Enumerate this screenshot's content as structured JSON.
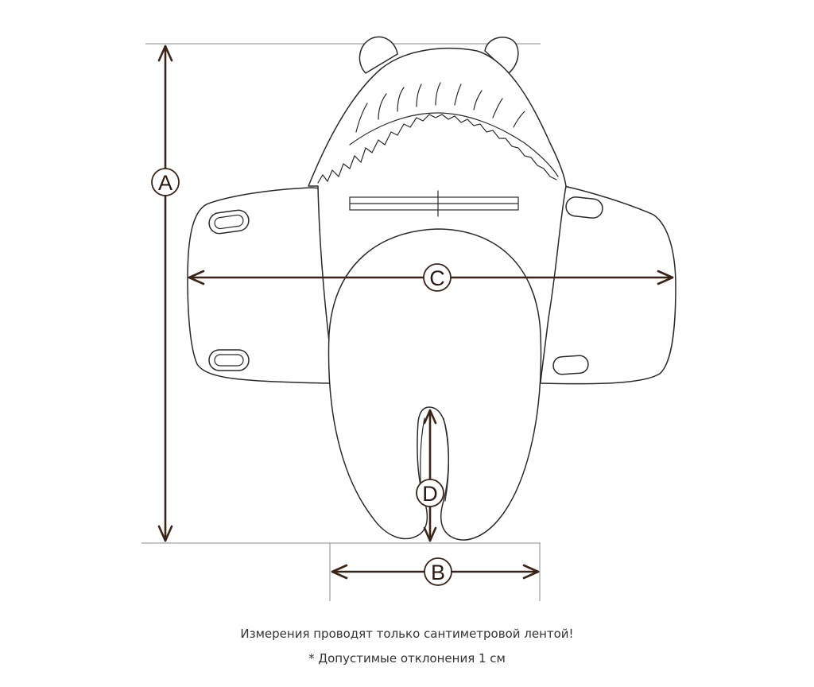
{
  "dimension_labels": {
    "height": "A",
    "lower_width": "B",
    "span_width": "C",
    "slit_length": "D"
  },
  "notes": {
    "measurement": "Измерения проводят только сантиметровой лентой!",
    "tolerance": "* Допустимые отклонения 1 см"
  },
  "colors": {
    "outline": "#2a2a2a",
    "arrow": "#3a2418",
    "guide": "#8a8a8a"
  }
}
